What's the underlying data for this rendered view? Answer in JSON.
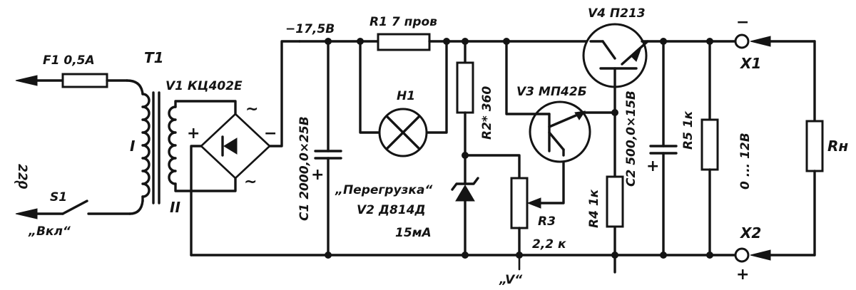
{
  "labels": {
    "fuse": "F1 0,5A",
    "mains_voltage": "220",
    "mains_tilde": "~",
    "switch": "S1",
    "switch_state": "„Вкл“",
    "transformer": "T1",
    "primary_winding": "I",
    "secondary_winding": "II",
    "bridge": "V1 КЦ402Е",
    "supply_voltage": "−17,5В",
    "capacitor_c1": "C1 2000,0×25В",
    "resistor_r1": "R1 7 пров",
    "lamp_h1": "H1",
    "overload": "„Перегрузка“",
    "zener_v2": "V2 Д814Д",
    "zener_current": "15мА",
    "resistor_r2": "R2* 360",
    "transistor_v3": "V3 МП42Б",
    "resistor_r3": "R3",
    "resistor_r3_value": "2,2 к",
    "transistor_v4": "V4 П213",
    "capacitor_c2": "C2 500,0×15В",
    "resistor_r4": "R4 1к",
    "resistor_r5": "R5 1к",
    "output_range": "0 ... 12В",
    "terminal_x1": "X1",
    "terminal_x2": "X2",
    "load": "Rн",
    "meter_point": "„V“"
  },
  "signs": {
    "bridge_plus": "+",
    "bridge_minus": "−",
    "c1_plus": "+",
    "c2_plus": "+",
    "x1_minus": "−",
    "x2_plus": "+",
    "bridge_ac_top": "~",
    "bridge_ac_bottom": "~"
  },
  "colors": {
    "ink": "#141414",
    "paper": "#ffffff"
  }
}
